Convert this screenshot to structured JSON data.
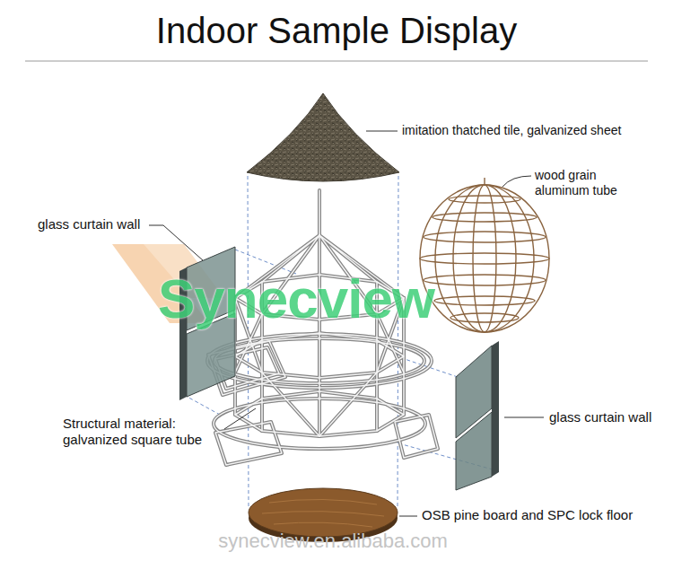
{
  "diagram": {
    "title": "Indoor Sample Display",
    "labels": [
      "imitation thatched tile, galvanized sheet",
      "wood grain aluminum tube",
      "glass curtain wall",
      "Structural material: galvanized square tube",
      "glass curtain wall",
      "OSB pine board and SPC lock floor",
      "Synecview",
      "synecview.en.alibaba.com"
    ]
  }
}
